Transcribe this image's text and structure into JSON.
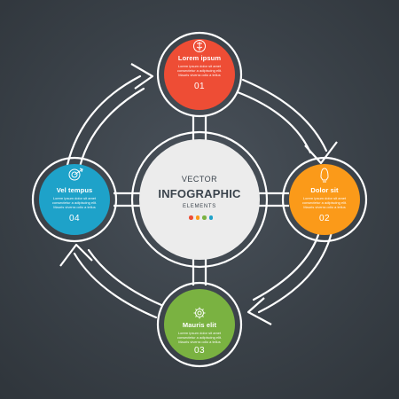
{
  "center": {
    "top": "VECTOR",
    "main": "INFOGRAPHIC",
    "sub": "ELEMENTS"
  },
  "nodes": [
    {
      "title": "Lorem ipsum",
      "body": [
        "Lorem ipsum dolor sit amet",
        "consectetur a adipiscing elit.",
        "Mauris viverra odio a tellus"
      ],
      "number": "01",
      "color": "#ee4d35",
      "icon": "money-bag-icon"
    },
    {
      "title": "Dolor sit",
      "body": [
        "Lorem ipsum dolor sit amet",
        "consectetur a adipiscing elit.",
        "Mauris viverra odio a tellus"
      ],
      "number": "02",
      "color": "#fb9a19",
      "icon": "lightbulb-icon"
    },
    {
      "title": "Mauris elit",
      "body": [
        "Lorem ipsum dolor sit amet",
        "consectetur a adipiscing elit.",
        "Mauris viverra odio a tellus"
      ],
      "number": "03",
      "color": "#7ab241",
      "icon": "gear-icon"
    },
    {
      "title": "Vel tempus",
      "body": [
        "Lorem ipsum dolor sit amet",
        "consectetur a adipiscing elit.",
        "Mauris viverra odio a tellus"
      ],
      "number": "04",
      "color": "#1ea2c9",
      "icon": "target-icon"
    }
  ],
  "dot_colors": [
    "#ee4d35",
    "#fb9a19",
    "#7ab241",
    "#1ea2c9"
  ],
  "line_color": "#ffffff",
  "background_color": "#3a4148"
}
